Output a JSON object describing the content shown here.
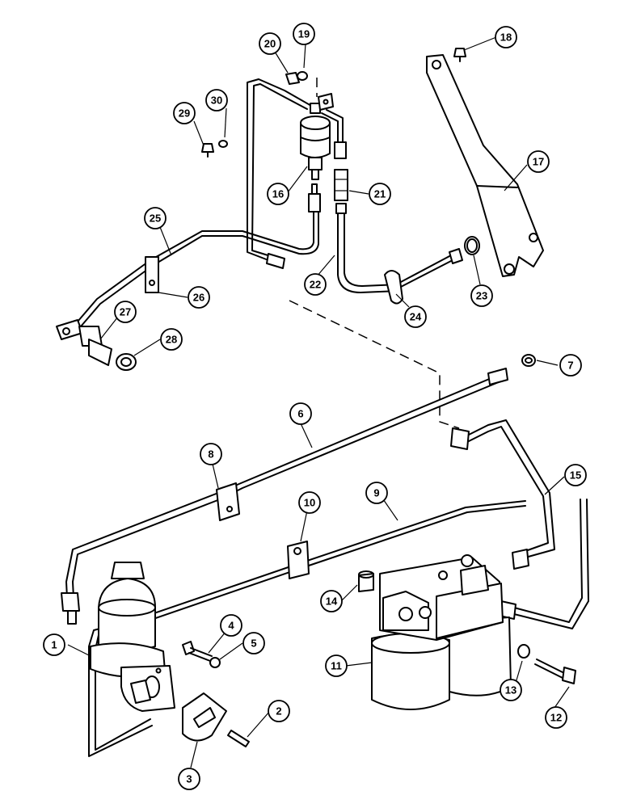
{
  "callouts": [
    {
      "id": "c1",
      "label": "1"
    },
    {
      "id": "c2",
      "label": "2"
    },
    {
      "id": "c3",
      "label": "3"
    },
    {
      "id": "c4",
      "label": "4"
    },
    {
      "id": "c5",
      "label": "5"
    },
    {
      "id": "c6",
      "label": "6"
    },
    {
      "id": "c7",
      "label": "7"
    },
    {
      "id": "c8",
      "label": "8"
    },
    {
      "id": "c9",
      "label": "9"
    },
    {
      "id": "c10",
      "label": "10"
    },
    {
      "id": "c11",
      "label": "11"
    },
    {
      "id": "c12",
      "label": "12"
    },
    {
      "id": "c13",
      "label": "13"
    },
    {
      "id": "c14",
      "label": "14"
    },
    {
      "id": "c15",
      "label": "15"
    },
    {
      "id": "c16",
      "label": "16"
    },
    {
      "id": "c17",
      "label": "17"
    },
    {
      "id": "c18",
      "label": "18"
    },
    {
      "id": "c19",
      "label": "19"
    },
    {
      "id": "c20",
      "label": "20"
    },
    {
      "id": "c21",
      "label": "21"
    },
    {
      "id": "c22",
      "label": "22"
    },
    {
      "id": "c23",
      "label": "23"
    },
    {
      "id": "c24",
      "label": "24"
    },
    {
      "id": "c25",
      "label": "25"
    },
    {
      "id": "c26",
      "label": "26"
    },
    {
      "id": "c27",
      "label": "27"
    },
    {
      "id": "c28",
      "label": "28"
    },
    {
      "id": "c29",
      "label": "29"
    },
    {
      "id": "c30",
      "label": "30"
    }
  ]
}
